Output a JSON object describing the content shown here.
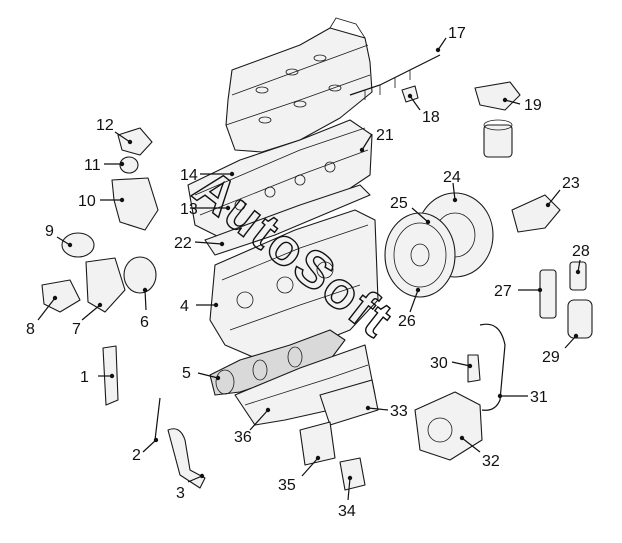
{
  "diagram": {
    "watermark": "AutoSoft",
    "callouts": [
      "1",
      "2",
      "3",
      "4",
      "5",
      "6",
      "7",
      "8",
      "9",
      "10",
      "11",
      "12",
      "13",
      "14",
      "17",
      "18",
      "19",
      "21",
      "22",
      "23",
      "24",
      "25",
      "26",
      "27",
      "28",
      "29",
      "30",
      "31",
      "32",
      "33",
      "34",
      "35",
      "36"
    ]
  }
}
